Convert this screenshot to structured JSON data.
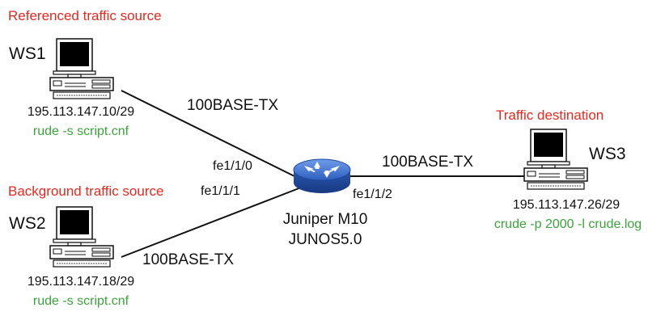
{
  "nodes": {
    "ws1": {
      "name": "WS1",
      "role": "Referenced traffic source",
      "ip": "195.113.147.10/29",
      "command": "rude -s script.cnf",
      "icon": "workstation-icon"
    },
    "ws2": {
      "name": "WS2",
      "role": "Background traffic source",
      "ip": "195.113.147.18/29",
      "command": "rude -s script.cnf",
      "icon": "workstation-icon"
    },
    "ws3": {
      "name": "WS3",
      "role": "Traffic destination",
      "ip": "195.113.147.26/29",
      "command": "crude -p 2000 -l crude.log",
      "icon": "workstation-icon"
    },
    "router": {
      "model": "Juniper M10",
      "os": "JUNOS5.0",
      "icon": "router-icon"
    }
  },
  "links": {
    "ws1_router": {
      "media": "100BASE-TX",
      "port": "fe1/1/0"
    },
    "ws2_router": {
      "media": "100BASE-TX",
      "port": "fe1/1/1"
    },
    "router_ws3": {
      "media": "100BASE-TX",
      "port": "fe1/1/2"
    }
  },
  "colors": {
    "role_label": "#e8281e",
    "command_label": "#3aa43a",
    "router_fill": "#2f66c8",
    "link_line": "#111111"
  }
}
